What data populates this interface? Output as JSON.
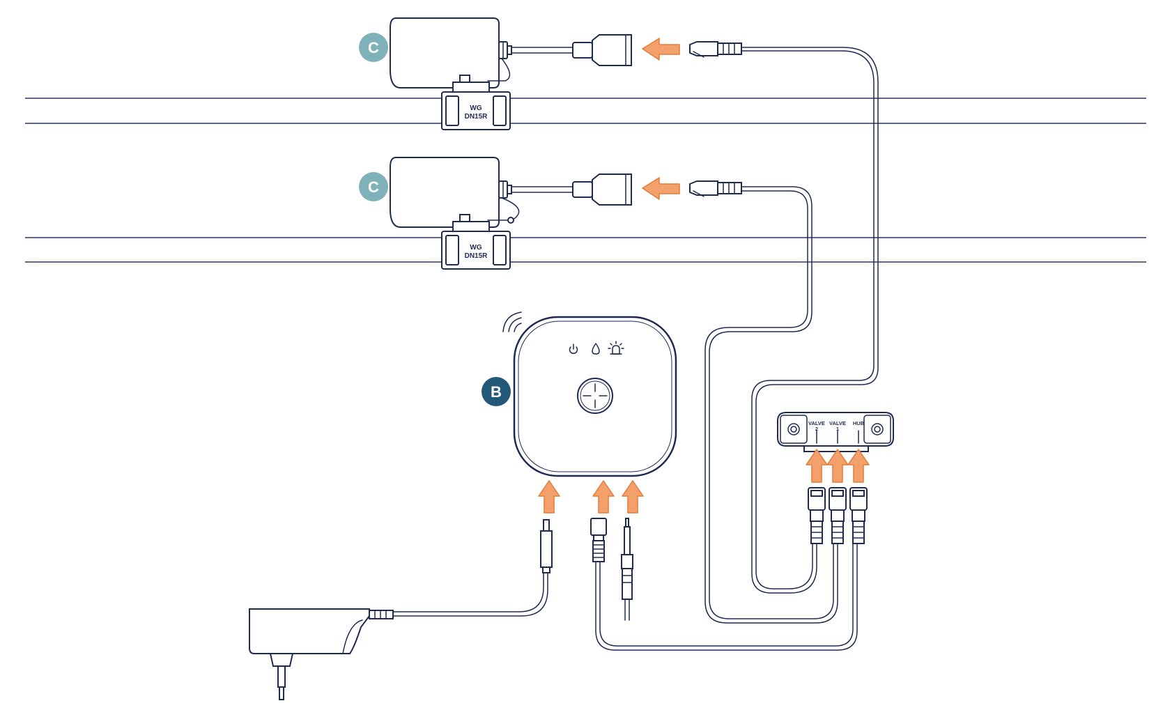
{
  "valves": [
    {
      "label": "C",
      "body_text_1": "WG",
      "body_text_2": "DN15R"
    },
    {
      "label": "C",
      "body_text_1": "WG",
      "body_text_2": "DN15R"
    }
  ],
  "hub": {
    "label": "B"
  },
  "splitter": {
    "ports": [
      {
        "line1": "VALVE",
        "line2": "2"
      },
      {
        "line1": "VALVE",
        "line2": "1"
      },
      {
        "line1": "HUB",
        "line2": ""
      }
    ]
  },
  "colors": {
    "line": "#1f2a52",
    "arrow": "#f4a06a",
    "label_c": "#7fb2b8",
    "label_b": "#245878"
  },
  "icons": [
    "power-icon",
    "water-drop-icon",
    "alarm-icon",
    "wifi-icon",
    "plus-button-icon"
  ]
}
